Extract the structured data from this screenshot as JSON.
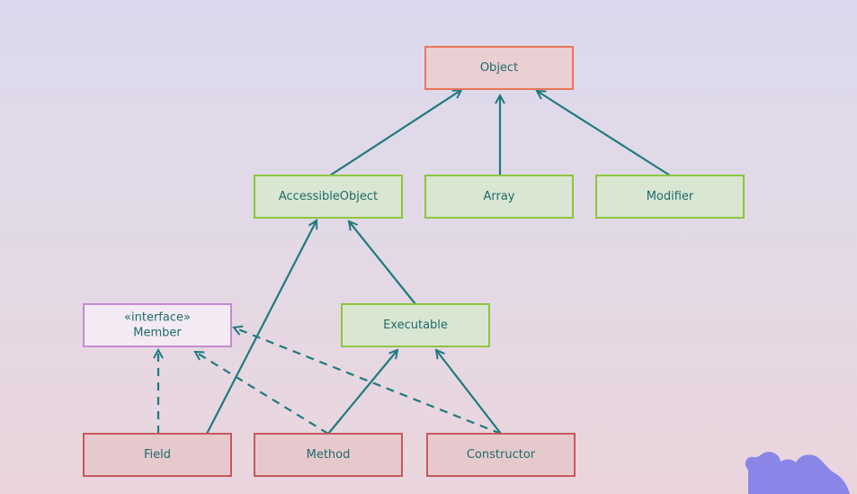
{
  "diagram": {
    "nodes": [
      {
        "id": "object",
        "lines": [
          "Object"
        ],
        "kind": "root"
      },
      {
        "id": "accessible-object",
        "lines": [
          "AccessibleObject"
        ],
        "kind": "class"
      },
      {
        "id": "array",
        "lines": [
          "Array"
        ],
        "kind": "class"
      },
      {
        "id": "modifier",
        "lines": [
          "Modifier"
        ],
        "kind": "class"
      },
      {
        "id": "member",
        "lines": [
          "«interface»",
          "Member"
        ],
        "kind": "interface"
      },
      {
        "id": "executable",
        "lines": [
          "Executable"
        ],
        "kind": "class"
      },
      {
        "id": "field",
        "lines": [
          "Field"
        ],
        "kind": "leaf"
      },
      {
        "id": "method",
        "lines": [
          "Method"
        ],
        "kind": "leaf"
      },
      {
        "id": "constructor",
        "lines": [
          "Constructor"
        ],
        "kind": "leaf"
      }
    ],
    "edges": [
      {
        "from": "accessible-object",
        "to": "object",
        "style": "solid"
      },
      {
        "from": "array",
        "to": "object",
        "style": "solid"
      },
      {
        "from": "modifier",
        "to": "object",
        "style": "solid"
      },
      {
        "from": "field",
        "to": "accessible-object",
        "style": "solid"
      },
      {
        "from": "executable",
        "to": "accessible-object",
        "style": "solid"
      },
      {
        "from": "method",
        "to": "executable",
        "style": "solid"
      },
      {
        "from": "constructor",
        "to": "executable",
        "style": "solid"
      },
      {
        "from": "field",
        "to": "member",
        "style": "dashed"
      },
      {
        "from": "method",
        "to": "member",
        "style": "dashed"
      },
      {
        "from": "constructor",
        "to": "member",
        "style": "dashed"
      }
    ]
  },
  "colors": {
    "edge": "#1f7a7f",
    "text": "#1f6b6b",
    "root_fill": "#ead0d3",
    "root_stroke": "#e8775a",
    "class_fill": "#d9e6d2",
    "class_stroke": "#8cc63f",
    "interface_fill": "#f3eaf3",
    "interface_stroke": "#c58ad3",
    "leaf_fill": "#e6c9cc",
    "leaf_stroke": "#c8585b",
    "decor": "#8a86e8"
  },
  "decor": {
    "icon": "puzzle-piece-icon"
  }
}
